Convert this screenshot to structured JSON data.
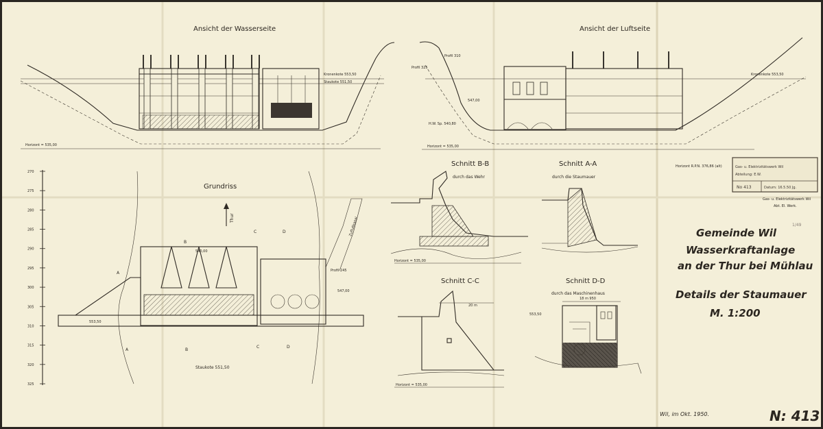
{
  "sheet": {
    "views": {
      "wasserseite": "Ansicht der Wasserseite",
      "luftseite": "Ansicht der Luftseite",
      "grundriss": "Grundriss"
    },
    "sections": {
      "bb": {
        "title": "Schnitt B-B",
        "subtitle": "durch das Wehr"
      },
      "aa": {
        "title": "Schnitt A-A",
        "subtitle": "durch die Staumauer"
      },
      "cc": {
        "title": "Schnitt C-C"
      },
      "dd": {
        "title": "Schnitt D-D",
        "subtitle": "durch das Maschinenhaus"
      }
    },
    "elevation_labels": {
      "kronenkote_left": "Kronenkote 553,50",
      "staukote_left": "Staukote 551,50",
      "kronenkote_right": "Kronenkote 553,50",
      "horizont_left": "Horizont = 535,00",
      "horizont_right": "Horizont = 535,00",
      "profil_310": "Profil 310",
      "profil_325": "Profil 325",
      "value_547": "547,00",
      "hw": "H.W. Sp. 540,80",
      "horizont_rpn": "Horizont R.P.N. 376,86 (alt)",
      "horizont_bb": "Horizont = 535,00",
      "horizont_cc": "Horizont = 535,00",
      "dim_20m": "20 m",
      "dim_18m": "18 m 950",
      "value_553": "553,50"
    },
    "plan": {
      "arrow_thur": "Thur",
      "cut_a": "A",
      "cut_b": "B",
      "cut_c": "C",
      "cut_d": "D",
      "value_540": "540,00",
      "value_547": "547,00",
      "value_553": "553,50",
      "staukote": "Staukote 551,50",
      "channel": "Zuflußkanal",
      "profil_245": "Profil 245",
      "scale_ticks": [
        "270",
        "275",
        "280",
        "285",
        "290",
        "295",
        "300",
        "305",
        "310",
        "315",
        "320",
        "325"
      ]
    },
    "stamp": {
      "line1": "Gas- u. Elektrizitätswerk Wil",
      "line2": "Abteilung: E.W.",
      "no": "No 413",
      "date": "Datum: 16.5.50 Jg."
    },
    "office": {
      "line1": "Gas- u. Elektrizitätswerk Wil",
      "line2": "Abt. El. Werk."
    },
    "title_block": {
      "municipality": "Gemeinde Wil",
      "project_line1": "Wasserkraftanlage",
      "project_line2": "an der Thur bei Mühlau",
      "subject": "Details der Staumauer",
      "scale": "M. 1:200",
      "place_date": "Wil, im Okt. 1950.",
      "number": "N: 413",
      "pencil_mark": "1/49"
    }
  }
}
